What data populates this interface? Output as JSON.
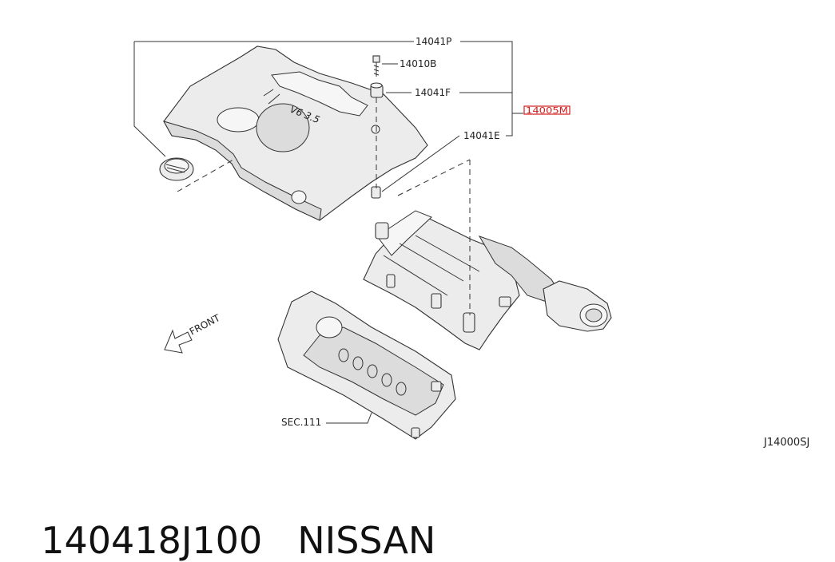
{
  "callouts": {
    "p14041P": "14041P",
    "p14010B": "14010B",
    "p14041F": "14041F",
    "p14041E": "14041E",
    "p14005M": "14005M",
    "sec111": "SEC.111"
  },
  "direction_label": "FRONT",
  "cover_badge": "V6 3.5",
  "diagram_code": "J14000SJ",
  "footer": {
    "part_number": "140418J100",
    "brand": "NISSAN"
  },
  "colors": {
    "highlight": "#d21f1f",
    "line": "#333333"
  }
}
